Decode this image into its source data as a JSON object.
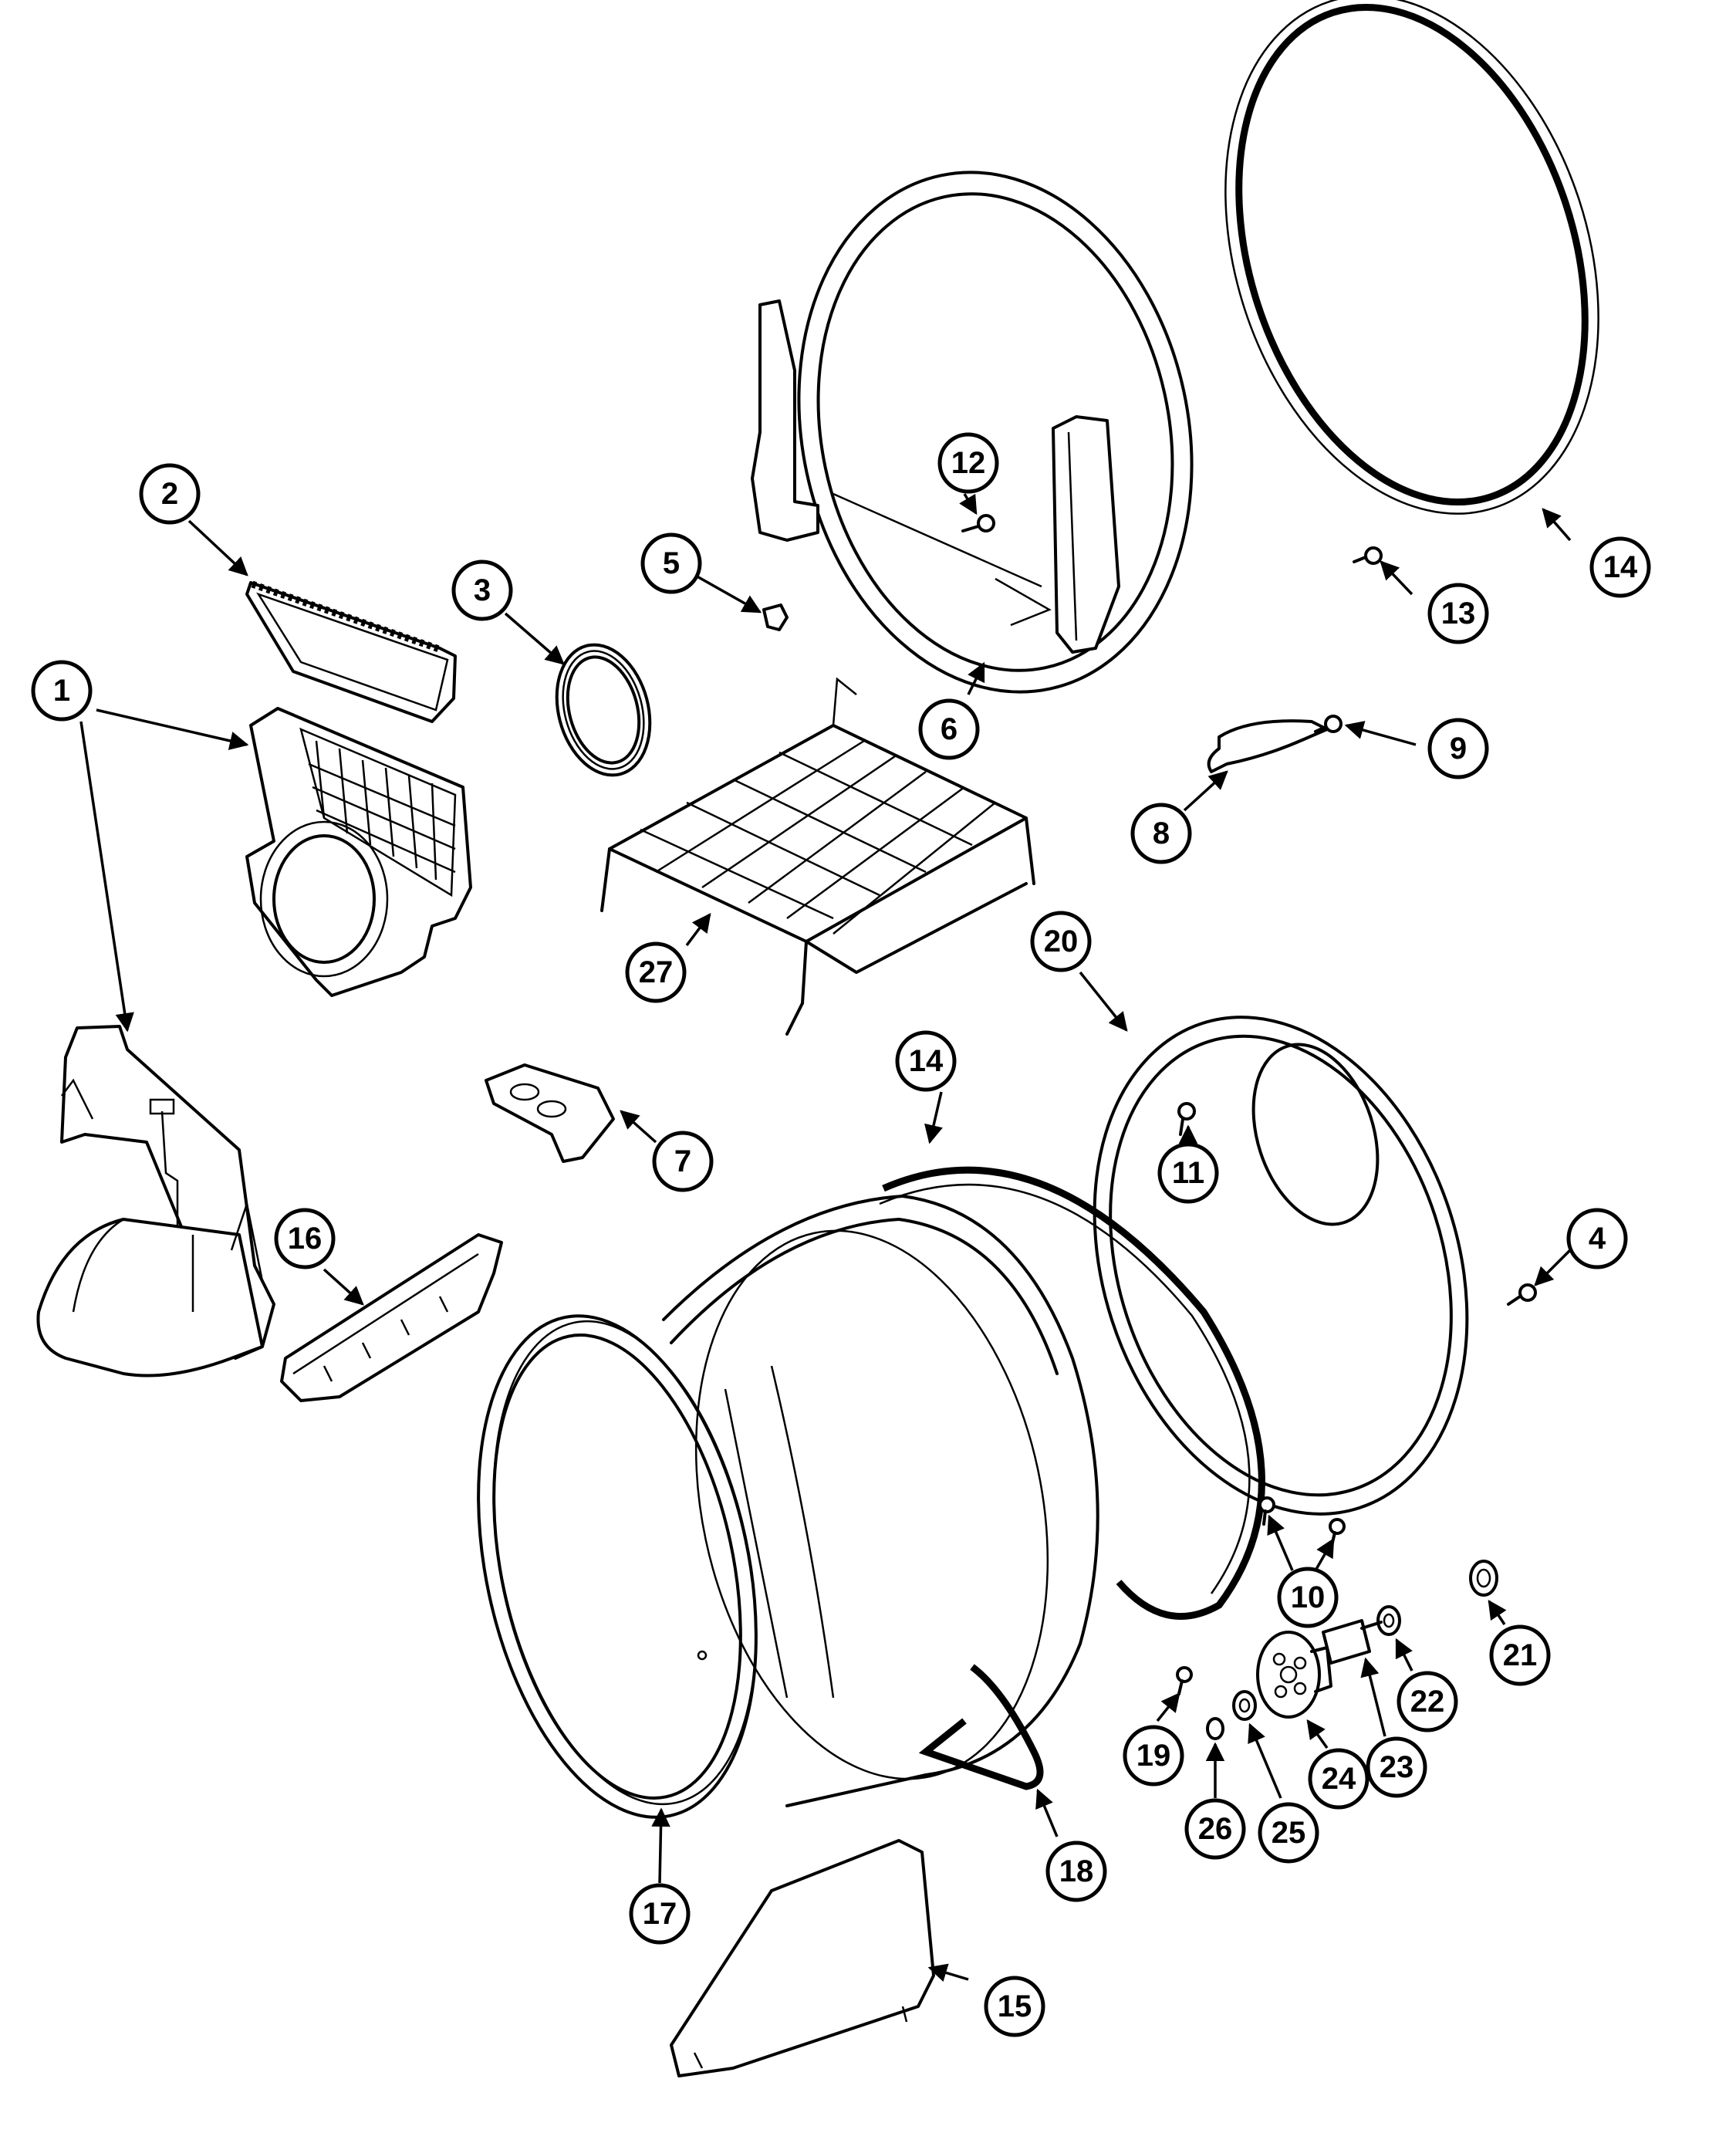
{
  "colors": {
    "line": "#000000",
    "background": "#ffffff"
  },
  "callouts": {
    "c1": "1",
    "c2": "2",
    "c3": "3",
    "c4": "4",
    "c5": "5",
    "c6": "6",
    "c7": "7",
    "c8": "8",
    "c9": "9",
    "c10": "10",
    "c11": "11",
    "c12": "12",
    "c13": "13",
    "c14a": "14",
    "c14b": "14",
    "c15": "15",
    "c16": "16",
    "c17": "17",
    "c18": "18",
    "c19": "19",
    "c20": "20",
    "c21": "21",
    "c22": "22",
    "c23": "23",
    "c24": "24",
    "c25": "25",
    "c26": "26",
    "c27": "27"
  }
}
